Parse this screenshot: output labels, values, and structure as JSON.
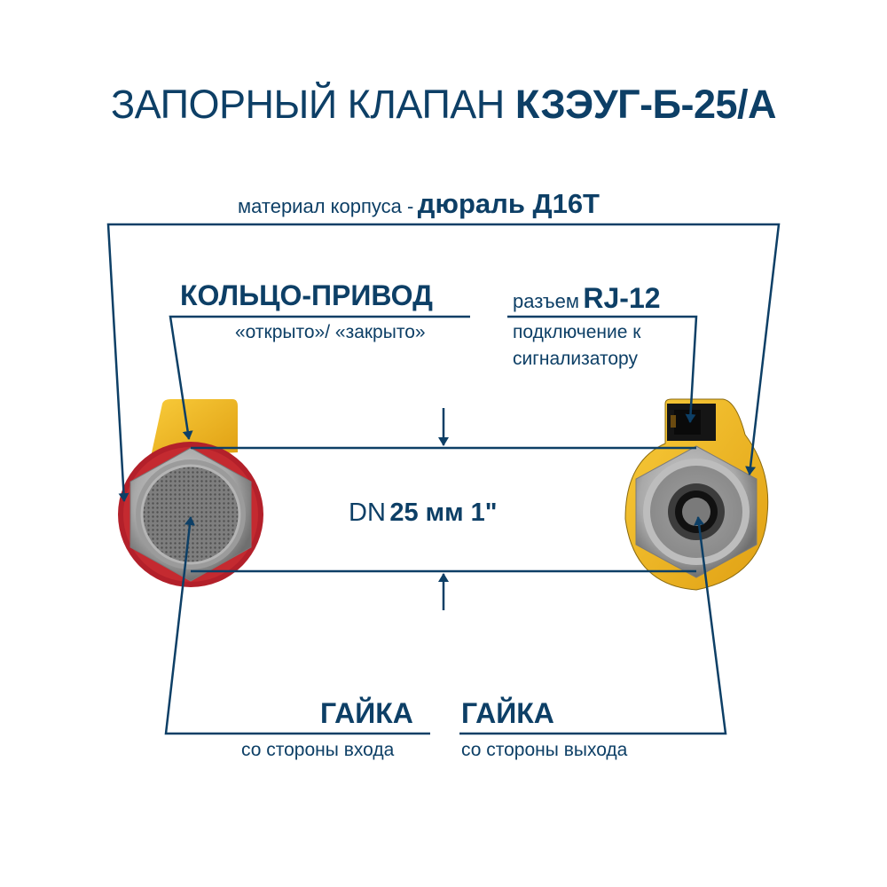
{
  "title": {
    "regular": "ЗАПОРНЫЙ КЛАПАН",
    "bold": "КЗЭУГ-Б-25/А"
  },
  "material": {
    "prefix": "материал корпуса -",
    "value": "дюраль Д16Т"
  },
  "ring_drive": {
    "label": "КОЛЬЦО-ПРИВОД",
    "sub": "«открыто»/ «закрыто»"
  },
  "connector": {
    "prefix": "разъем",
    "value": "RJ-12",
    "sub_line1": "подключение к",
    "sub_line2": "сигнализатору"
  },
  "dimension": {
    "prefix": "DN",
    "value": "25 мм 1\""
  },
  "nut_inlet": {
    "label": "ГАЙКА",
    "sub": "со стороны входа"
  },
  "nut_outlet": {
    "label": "ГАЙКА",
    "sub": "со стороны выхода"
  },
  "colors": {
    "accent": "#0d3f66",
    "body_yellow": "#f2b81e",
    "body_red": "#b3202a",
    "metal": "#a9a9a9"
  }
}
